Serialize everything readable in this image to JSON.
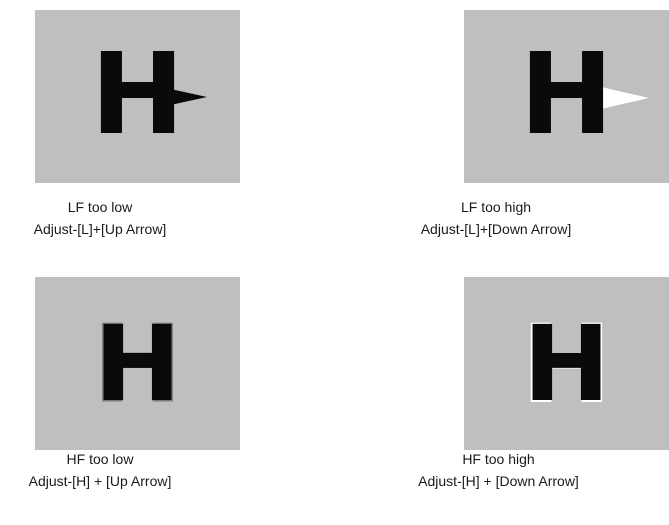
{
  "letter": "H",
  "colors": {
    "tile_background": "#bfbfbf",
    "glyph": "#0a0a0a",
    "background": "#ffffff"
  },
  "panels": [
    {
      "condition": "LF too low",
      "instruction": "Adjust-[L]+[Up Arrow]",
      "artifact": "dark-right-smear"
    },
    {
      "condition": "LF too high",
      "instruction": "Adjust-[L]+[Down Arrow]",
      "artifact": "white-right-smear"
    },
    {
      "condition": "HF too low",
      "instruction": "Adjust-[H] + [Up Arrow]",
      "artifact": "soft-edges"
    },
    {
      "condition": "HF too high",
      "instruction": "Adjust-[H] + [Down Arrow]",
      "artifact": "white-halo"
    }
  ]
}
